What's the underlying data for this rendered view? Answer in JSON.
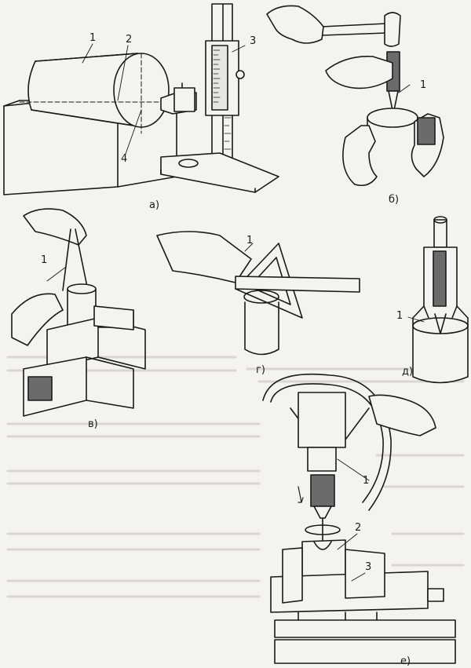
{
  "panels": {
    "a": {
      "label": "а)",
      "callouts": [
        "1",
        "2",
        "3",
        "4"
      ]
    },
    "b": {
      "label": "б)",
      "callouts": [
        "1"
      ]
    },
    "v": {
      "label": "в)",
      "callouts": [
        "1"
      ]
    },
    "g": {
      "label": "г)",
      "callouts": [
        "1"
      ]
    },
    "d": {
      "label": "д)",
      "callouts": [
        "1"
      ]
    },
    "e": {
      "label": "е)",
      "callouts": [
        "1",
        "2",
        "3"
      ]
    }
  },
  "colors": {
    "ink": "#1a1a1a",
    "paper": "#f4f3ef",
    "shade": "#6b6b6b",
    "faint_background_text": "#d9d7d0"
  }
}
